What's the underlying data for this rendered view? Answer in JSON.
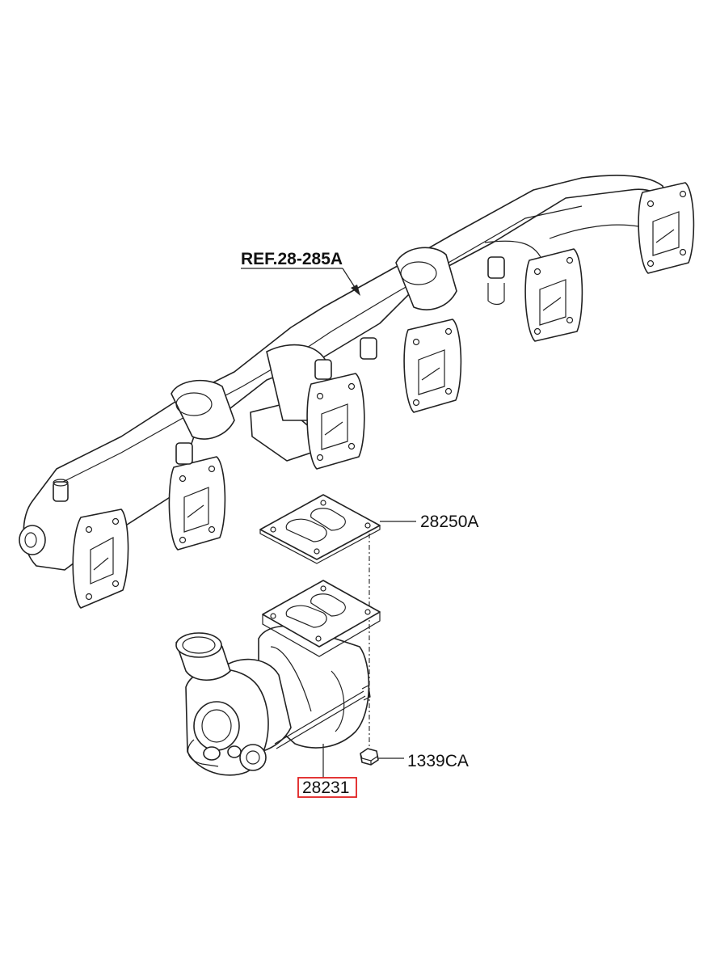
{
  "labels": {
    "ref": "REF.28-285A",
    "gasket": "28250A",
    "nut": "1339CA",
    "turbo": "28231"
  },
  "colors": {
    "line": "#222222",
    "highlight": "#e02020",
    "background": "#ffffff"
  }
}
